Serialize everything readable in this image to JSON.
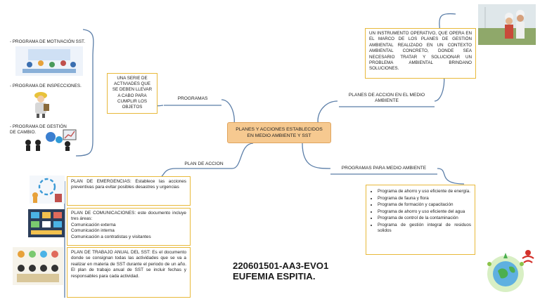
{
  "center": {
    "text": "PLANES Y ACCIONES ESTABLECIDOS EN MEDIO AMBIENTE Y SST"
  },
  "branches": {
    "programas": "PROGRAMAS",
    "plan_accion": "PLAN DE ACCION",
    "planes_medio": "PLANES DE ACCION EN EL MEDIO AMBIENTE",
    "programas_medio": "PROGRAMAS PARA MEDIO AMBIENTE"
  },
  "programas_desc": "UNA SERIE DE ACTIVIADES QUE SE DEBEN LLEVAR A CABO PARA CUMPLIR LOS OBJETOS",
  "left_programs": [
    "- PROGRAMA DE MOTIVACIÓN SST.",
    "- PROGRAMA DE INSPECCIONES.",
    "- PROGRAMA DE GESTIÓN DE CAMBIO."
  ],
  "plan_boxes": {
    "emergencias": "PLAN DE EMERGENCIAS: Establece las acciones preventivas para evitar posibles desastres y urgencias",
    "comunicaciones_intro": "PLAN DE COMUNICACIONES: este documento incluye tres áreas:",
    "comunicaciones_items": [
      "Comunicación externa",
      "Comunicación interna",
      "Comunicación a contratistas y visitantes"
    ],
    "trabajo_anual": "PLAN DE TRABAJO ANUAL DEL SST: Es el documento donde se consignan todas las actividades que se va a realizar en materia de SST durante el periodo de un año. El plan de trabajo anual de SST se incluir fechas y responsables para cada actividad."
  },
  "instrumento": "UN INSTRUMENTO OPERATIVO, QUE OPERA EN EL MARCO DE LOS PLANES DE GESTIÓN AMBIENTAL REALIZADO EN UN CONTEXTO AMBIENTAL CONCRETO, DONDE SEA NECESARIO TRATAR Y SOLUCIONAR UN PROBLEMA AMBIENTAL BRINDANO SOLUCIONES.",
  "programas_medio_list": [
    "Programa de ahorro y uso eficiente de energía.",
    "Programa de fauna y flora",
    "Programa de formación y capacitación",
    "Programa de ahorro y uso eficiente del agua",
    "Programa de control de la contaminación",
    "Programa de gestión integral de residuos solidos"
  ],
  "footer": {
    "code": "220601501-AA3-EVO1",
    "name": "EUFEMIA ESPITIA."
  }
}
